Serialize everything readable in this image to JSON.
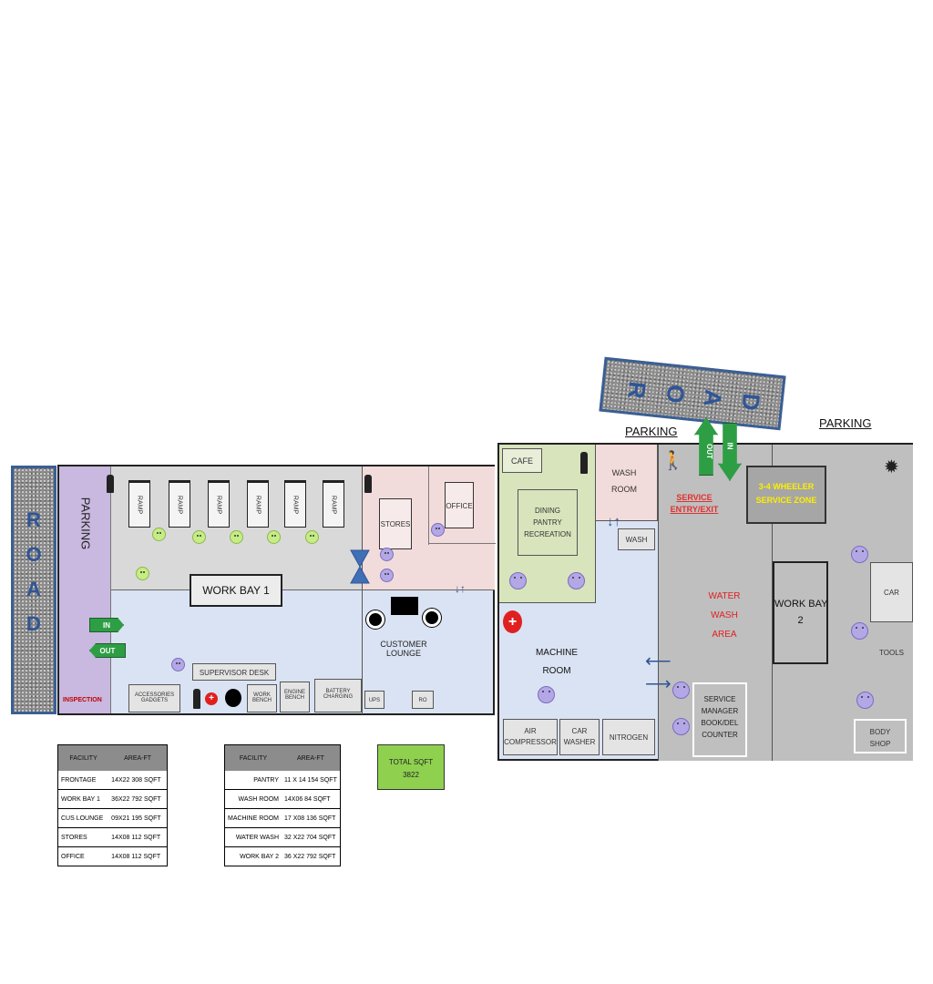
{
  "road_labels": {
    "left": [
      "R",
      "O",
      "A",
      "D"
    ],
    "top": [
      "R",
      "O",
      "A",
      "D"
    ]
  },
  "left_plan": {
    "parking": "PARKING",
    "ramps": [
      "RAMP",
      "RAMP",
      "RAMP",
      "RAMP",
      "RAMP",
      "RAMP"
    ],
    "work_bay_1": "WORK BAY 1",
    "stores": "STORES",
    "office": "OFFICE",
    "customer_lounge": "CUSTOMER\nLOUNGE",
    "supervisor_desk": "SUPERVISOR DESK",
    "accessories_gadgets": "ACCESSORIES\nGADGETS",
    "work_bench": "WORK\nBENCH",
    "engine_bench": "ENGINE\nBENCH",
    "battery_charging": "BATTERY\nCHARGING",
    "ups": "UPS",
    "ro": "RO",
    "inspection": "INSPECTION",
    "in_arrow": "IN",
    "out_arrow": "OUT"
  },
  "right_plan": {
    "parking_left": "PARKING",
    "parking_right": "PARKING",
    "cafe": "CAFE",
    "dining": "DINING\nPANTRY\nRECREATION",
    "wash_room": "WASH\nROOM",
    "wash": "WASH",
    "out_arrow": "OUT",
    "in_arrow": "IN",
    "service_entry_exit": "SERVICE\nENTRY/EXIT",
    "service_zone": "3-4 WHEELER\nSERVICE ZONE",
    "water_wash": "WATER\nWASH\nAREA",
    "machine_room": "MACHINE\nROOM",
    "work_bay_2": "WORK BAY\n2",
    "car_tools": "CAR TOOLS",
    "service_manager": "SERVICE\nMANAGER\nBOOK/DEL\nCOUNTER",
    "air_compressor": "AIR\nCOMPRESSOR",
    "car_washer": "CAR\nWASHER",
    "nitrogen": "NITROGEN",
    "body_shop": "BODY\nSHOP"
  },
  "table1": {
    "headers": [
      "FACILITY",
      "AREA-FT"
    ],
    "rows": [
      [
        "FRONTAGE",
        "14X22 308 SQFT"
      ],
      [
        "WORK BAY 1",
        "36X22 792 SQFT"
      ],
      [
        "CUS LOUNGE",
        "09X21 195 SQFT"
      ],
      [
        "STORES",
        "14X08 112 SQFT"
      ],
      [
        "OFFICE",
        "14X08 112 SQFT"
      ]
    ]
  },
  "table2": {
    "headers": [
      "FACILITY",
      "AREA-FT"
    ],
    "rows": [
      [
        "PANTRY",
        "11 X 14 154 SQFT"
      ],
      [
        "WASH ROOM",
        "14X06 84 SQFT"
      ],
      [
        "MACHINE ROOM",
        "17 X08 136 SQFT"
      ],
      [
        "WATER WASH",
        "32 X22 704 SQFT"
      ],
      [
        "WORK BAY 2",
        "36 X22 792 SQFT"
      ]
    ]
  },
  "total": {
    "label": "TOTAL SQFT",
    "value": "3822"
  },
  "colors": {
    "road_border": "#3a5f95",
    "arrow_green": "#2e9e44",
    "arrow_blue": "#2f5597",
    "total_fill": "#8fd14f"
  }
}
